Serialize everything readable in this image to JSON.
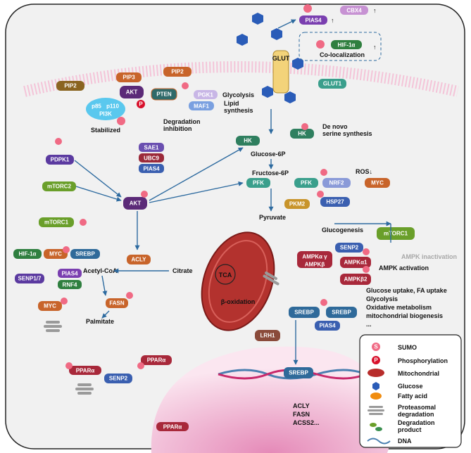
{
  "membrane": {
    "pip2_left": "PIP2",
    "pip3": "PIP3",
    "pip2_right": "PIP2",
    "akt": "AKT",
    "pten": "PTEN",
    "pi3k_p85": "p85",
    "pi3k_p110": "p110",
    "pi3k": "PI3K",
    "stabilized": "Stabilized",
    "pgk1": "PGK1",
    "glycolysis": "Glycolysis",
    "maf1": "MAF1",
    "lipid_synthesis": "Lipid\nsynthesis",
    "degradation_inhibition": "Degradation\ninhibition",
    "glut": "GLUT",
    "glut1": "GLUT1"
  },
  "top_right": {
    "pias4": "PIAS4",
    "cbx4": "CBX4",
    "hif1a": "HIF-1α",
    "colocalization": "Co-localization",
    "up_arrow": "↑"
  },
  "middle": {
    "hk": "HK",
    "glucose6p": "Glucose-6P",
    "de_novo": "De novo\nserine synthesis",
    "fructose6p": "Fructose-6P",
    "ros": "ROS↓",
    "pfk": "PFK",
    "nrf2": "NRF2",
    "myc": "MYC",
    "hsp27": "HSP27",
    "pkm2": "PKM2",
    "pyruvate": "Pyruvate",
    "glucogenesis": "Glucogenesis",
    "sae1": "SAE1",
    "ubc9": "UBC9",
    "pias4": "PIAS4"
  },
  "left": {
    "pdpk1": "PDPK1",
    "mtorc2": "mTORC2",
    "akt": "AKT",
    "mtorc1": "mTORC1",
    "hif1a": "HIF-1α",
    "myc": "MYC",
    "srebp": "SREBP",
    "senp17": "SENP1/7",
    "pias4": "PIAS4",
    "rnf4": "RNF4",
    "acly": "ACLY",
    "acetyl_coa": "Acetyl-CoA",
    "citrate": "Citrate",
    "fasn": "FASN",
    "palmitate": "Palmitate",
    "ppara": "PPARα",
    "senp2": "SENP2"
  },
  "mito": {
    "tca": "TCA",
    "beta_oxidation": "β-oxidation"
  },
  "right": {
    "mtorc1": "mTORC1",
    "senp2": "SENP2",
    "ampka_gamma": "AMPKα  γ",
    "ampkb": "AMPKβ",
    "ampka1": "AMPKα1",
    "ampkb2": "AMPKβ2",
    "ampk_inactivation": "AMPK inactivation",
    "ampk_activation": "AMPK activation",
    "outcomes": [
      "Glucose uptake, FA uptake",
      "Glycolysis",
      "Oxidative metabolism",
      "mitochondrial biogenesis",
      "..."
    ],
    "srebp": "SREBP",
    "pias4": "PIAS4",
    "lrh1": "LRH1"
  },
  "nucleus": {
    "srebp": "SREBP",
    "genes": [
      "ACLY",
      "FASN",
      "ACSS2..."
    ]
  },
  "sumo_label": "S",
  "phospho_label": "P",
  "legend": [
    "SUMO",
    "Phosphorylation",
    "Mitochondrial",
    "Glucose",
    "Fatty acid",
    "Proteasomal\ndegradation",
    "Degradation\nproduct",
    "DNA"
  ],
  "colors": {
    "membrane": "#f0b5cf",
    "sumo": "#f06a84",
    "phospho": "#d8102b",
    "mito": "#b82d2b",
    "glucose": "#2a5cb8",
    "fatty": "#f08c10",
    "nucleus": "#e8a6c6",
    "green_prot": "#2f7f3f",
    "purple_prot": "#5b3aa0",
    "brown_prot": "#8a6420",
    "teal_prot": "#3a9f8c"
  }
}
